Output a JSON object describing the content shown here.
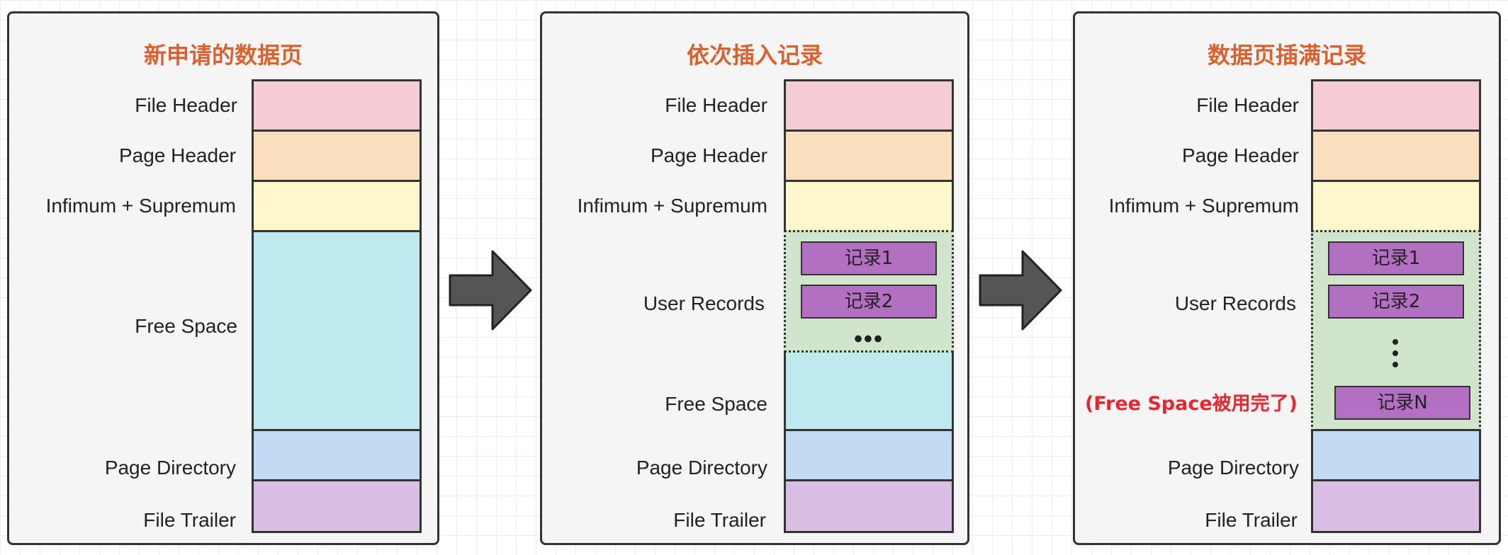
{
  "colors": {
    "file_header": "#f5ccd3",
    "page_header": "#f9dfbd",
    "infimum_supremum": "#fff7cc",
    "user_records": "#d1e5cc",
    "free_space": "#bde9ef",
    "page_directory": "#c2daf2",
    "file_trailer": "#dbbee3",
    "record": "#b36fc2",
    "title": "#d9612f",
    "note": "#e8262d"
  },
  "panels": [
    {
      "title": "新申请的数据页",
      "labels": {
        "file_header": "File Header",
        "page_header": "Page Header",
        "infimum_supremum": "Infimum + Supremum",
        "free_space": "Free Space",
        "page_directory": "Page Directory",
        "file_trailer": "File Trailer"
      }
    },
    {
      "title": "依次插入记录",
      "labels": {
        "file_header": "File Header",
        "page_header": "Page Header",
        "infimum_supremum": "Infimum + Supremum",
        "user_records": "User Records",
        "free_space": "Free Space",
        "page_directory": "Page Directory",
        "file_trailer": "File Trailer"
      },
      "records": [
        "记录1",
        "记录2"
      ],
      "ellipsis": "•••"
    },
    {
      "title": "数据页插满记录",
      "labels": {
        "file_header": "File Header",
        "page_header": "Page Header",
        "infimum_supremum": "Infimum + Supremum",
        "user_records": "User Records",
        "free_space_note": "(Free Space被用完了)",
        "page_directory": "Page Directory",
        "file_trailer": "File Trailer"
      },
      "records": [
        "记录1",
        "记录2",
        "记录N"
      ]
    }
  ],
  "icons": [
    "right-arrow-icon",
    "right-arrow-icon"
  ]
}
